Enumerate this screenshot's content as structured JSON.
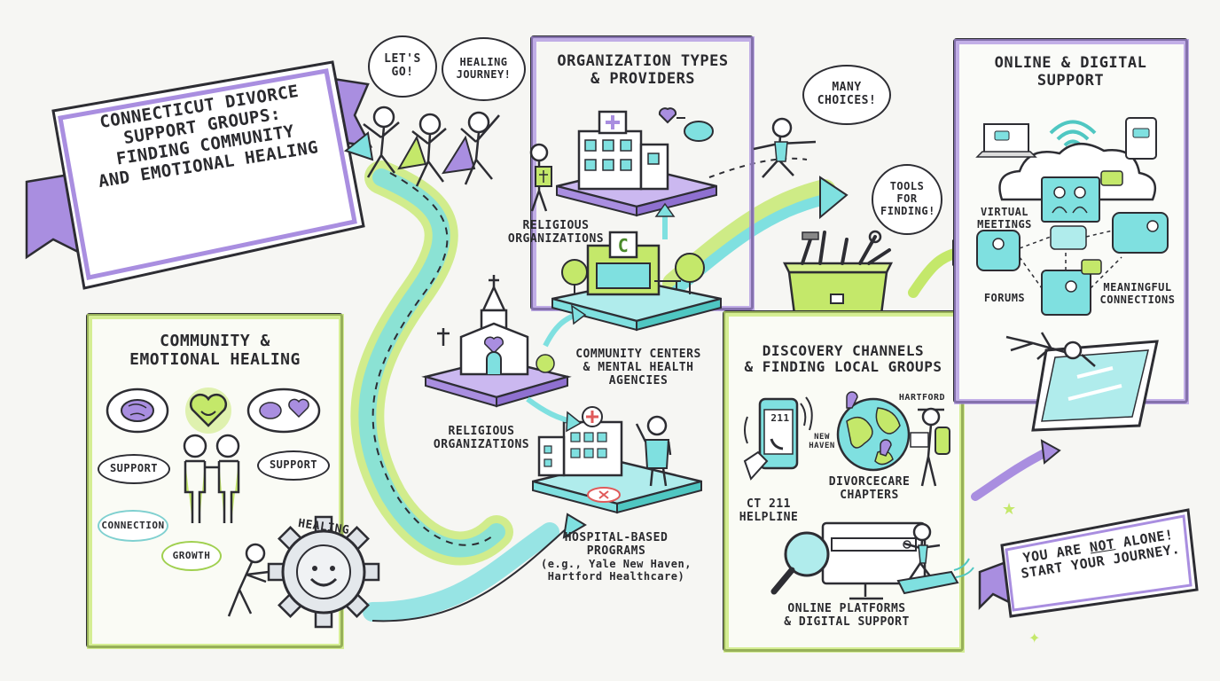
{
  "colors": {
    "purple": "#a98ee0",
    "lime": "#c4e86a",
    "cyan": "#7fe0e0",
    "teal": "#4fc7c2",
    "ink": "#2d2d33",
    "paper": "#f6f6f3"
  },
  "title_banner": {
    "line1": "CONNECTICUT DIVORCE",
    "line2": "SUPPORT GROUPS:",
    "line3": "FINDING COMMUNITY",
    "line4": "AND EMOTIONAL HEALING"
  },
  "bubbles": {
    "lets_go": "LET'S GO!",
    "healing_journey": "HEALING JOURNEY!",
    "many_choices": "MANY CHOICES!",
    "tools_for_finding": "TOOLS FOR FINDING!"
  },
  "community": {
    "title_line1": "COMMUNITY &",
    "title_line2": "EMOTIONAL HEALING",
    "support_left": "SUPPORT",
    "support_right": "SUPPORT",
    "connection": "CONNECTION",
    "growth": "GROWTH",
    "gear_label": "HEALING"
  },
  "organizations": {
    "title_line1": "ORGANIZATION TYPES",
    "title_line2": "& PROVIDERS",
    "religious_top": "RELIGIOUS ORGANIZATIONS",
    "community_centers_line1": "COMMUNITY CENTERS",
    "community_centers_line2": "& MENTAL HEALTH",
    "community_centers_line3": "AGENCIES",
    "community_sign": "C",
    "religious_bottom": "RELIGIOUS ORGANIZATIONS",
    "hospital_line1": "HOSPITAL-BASED",
    "hospital_line2": "PROGRAMS",
    "hospital_line3": "(e.g., Yale New Haven,",
    "hospital_line4": "Hartford Healthcare)"
  },
  "discovery": {
    "title_line1": "DISCOVERY CHANNELS",
    "title_line2": "& FINDING LOCAL GROUPS",
    "hartford": "HARTFORD",
    "new_haven_line1": "NEW",
    "new_haven_line2": "HAVEN",
    "phone_number": "211",
    "ct211_line1": "CT 211",
    "ct211_line2": "HELPLINE",
    "divorcecare_line1": "DIVORCECARE",
    "divorcecare_line2": "CHAPTERS",
    "online_line1": "ONLINE PLATFORMS",
    "online_line2": "& DIGITAL SUPPORT"
  },
  "online": {
    "title_line1": "ONLINE & DIGITAL",
    "title_line2": "SUPPORT",
    "virtual_line1": "VIRTUAL",
    "virtual_line2": "MEETINGS",
    "forums": "FORUMS",
    "meaningful_line1": "MEANINGFUL",
    "meaningful_line2": "CONNECTIONS"
  },
  "closing_banner": {
    "line1_prefix": "YOU ARE ",
    "line1_emph": "NOT",
    "line1_suffix": " ALONE!",
    "line2": "START YOUR JOURNEY."
  }
}
